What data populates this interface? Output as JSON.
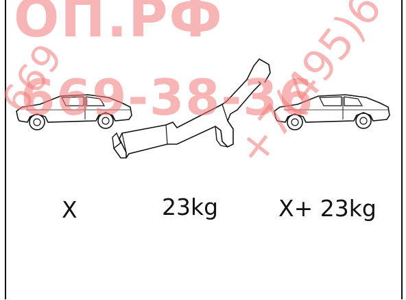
{
  "watermark": {
    "top_text": "ОП.РФ",
    "mid_text": "669-38-36",
    "diag_text": "+7(495)6",
    "left_text": "669"
  },
  "labels": {
    "car_weight": "X",
    "towbar_weight": "23kg",
    "total_weight": "X+ 23kg"
  },
  "colors": {
    "line": "#111111",
    "watermark": "#f27a7a"
  }
}
